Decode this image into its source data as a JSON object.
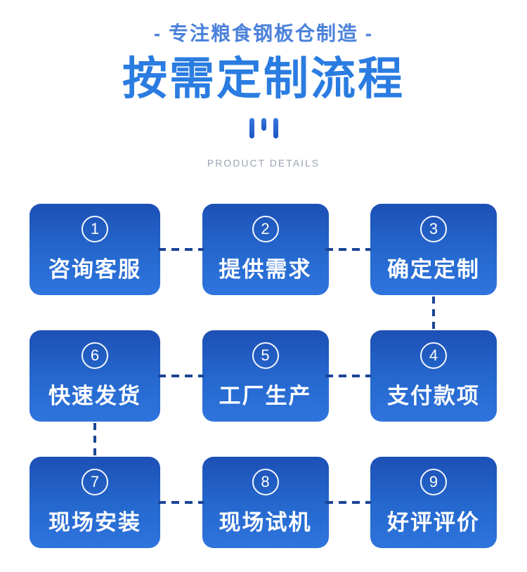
{
  "header": {
    "tagline": "- 专注粮食钢板仓制造 -",
    "title": "按需定制流程",
    "subtitle": "PRODUCT DETAILS"
  },
  "icons": {
    "decoration": "three-vertical-bars-icon"
  },
  "colors": {
    "title_blue": "#2A7CE1",
    "tagline_blue": "#4C82DB",
    "subtitle_gray": "#99A2B2",
    "card_gradient_top": "#1D50B5",
    "card_gradient_bottom": "#2F74DD",
    "connector_navy": "#1C4496",
    "card_text": "#FFFFFF",
    "background": "#FFFFFF"
  },
  "steps": [
    {
      "number": "1",
      "label": "咨询客服"
    },
    {
      "number": "2",
      "label": "提供需求"
    },
    {
      "number": "3",
      "label": "确定定制"
    },
    {
      "number": "6",
      "label": "快速发货"
    },
    {
      "number": "5",
      "label": "工厂生产"
    },
    {
      "number": "4",
      "label": "支付款项"
    },
    {
      "number": "7",
      "label": "现场安装"
    },
    {
      "number": "8",
      "label": "现场试机"
    },
    {
      "number": "9",
      "label": "好评评价"
    }
  ],
  "flow_sequence": [
    "咨询客服",
    "提供需求",
    "确定定制",
    "支付款项",
    "工厂生产",
    "快速发货",
    "现场安装",
    "现场试机",
    "好评评价"
  ],
  "connections": [
    "1→2",
    "2→3",
    "3→4",
    "4→5",
    "5→6",
    "6→7",
    "7→8",
    "8→9"
  ]
}
